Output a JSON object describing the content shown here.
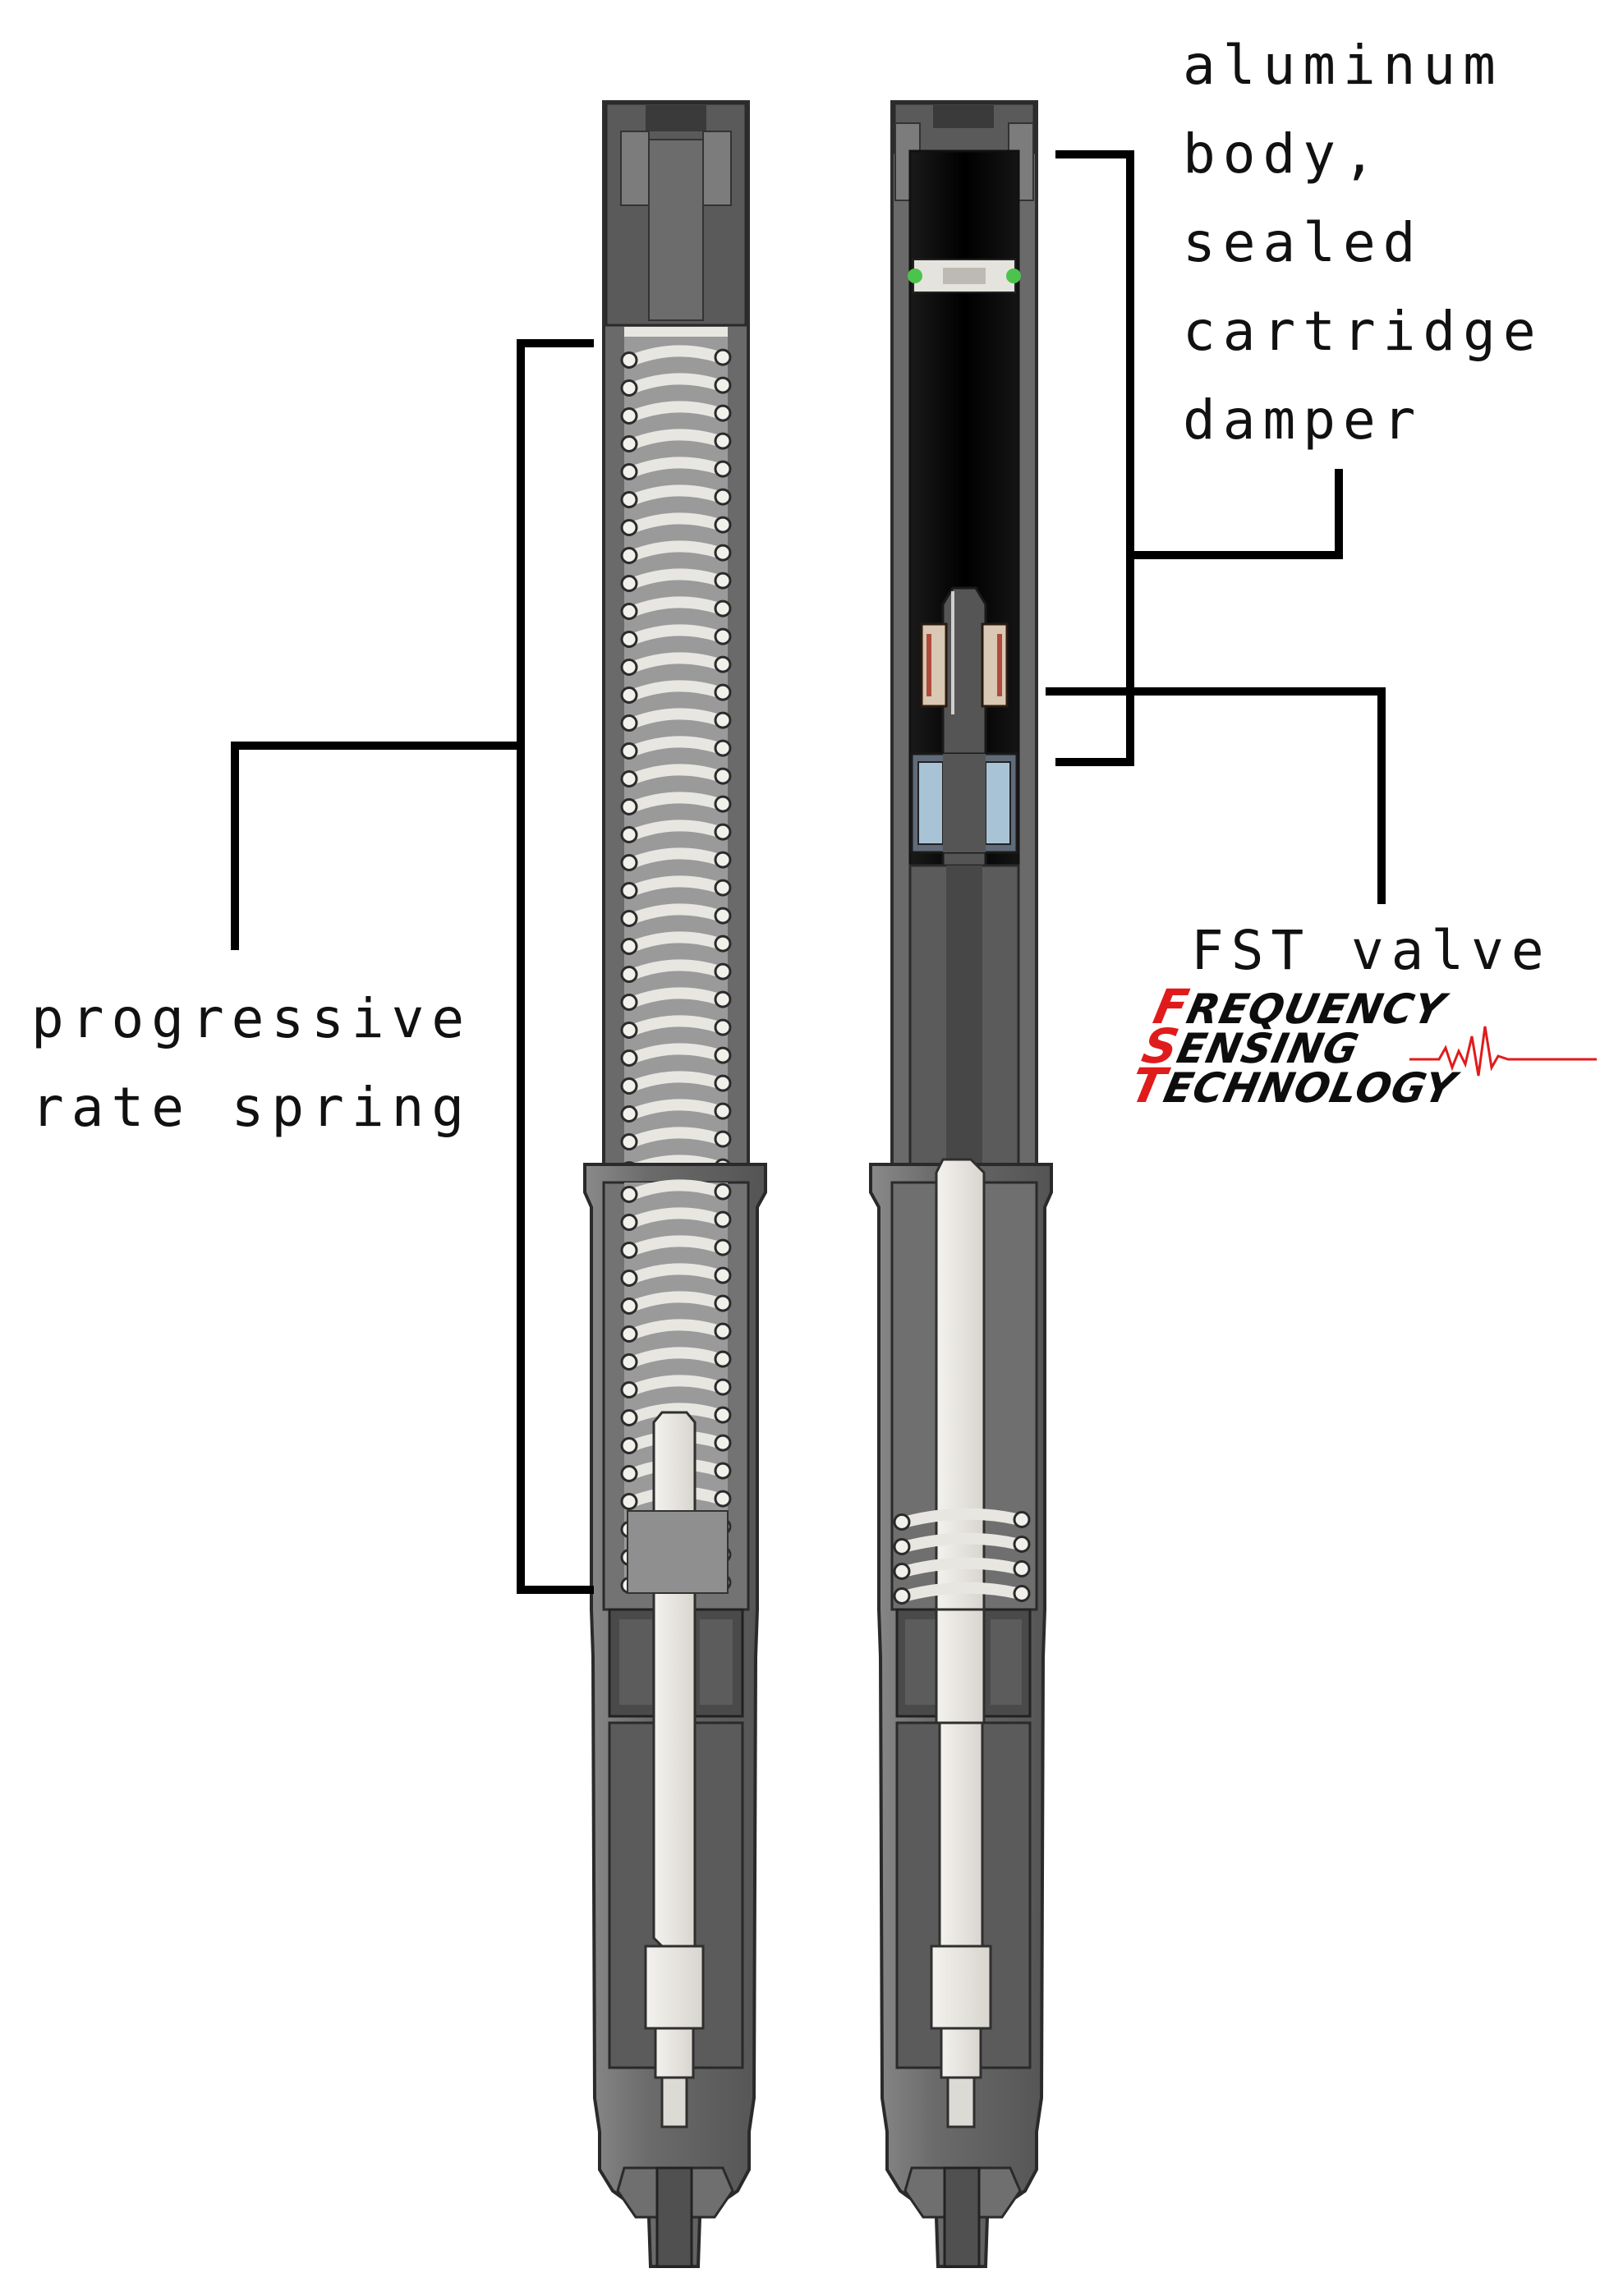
{
  "labels": {
    "spring": [
      "progressive",
      "rate spring"
    ],
    "damper": [
      "aluminum",
      "body,",
      "sealed",
      "cartridge",
      "damper"
    ],
    "fst_valve": "FST valve"
  },
  "logo": {
    "line1_first": "F",
    "line1_rest": "REQUENCY",
    "line2_first": "S",
    "line2_rest": "ENSING",
    "line3_first": "T",
    "line3_rest": "ECHNOLOGY"
  },
  "colors": {
    "body_gray": "#5f5f5f",
    "dark_gray": "#3f3f3f",
    "light_part": "#e8e6e1",
    "black_cartridge": "#0a0a0a",
    "logo_red": "#e01b1b",
    "leader_line": "#000000"
  }
}
